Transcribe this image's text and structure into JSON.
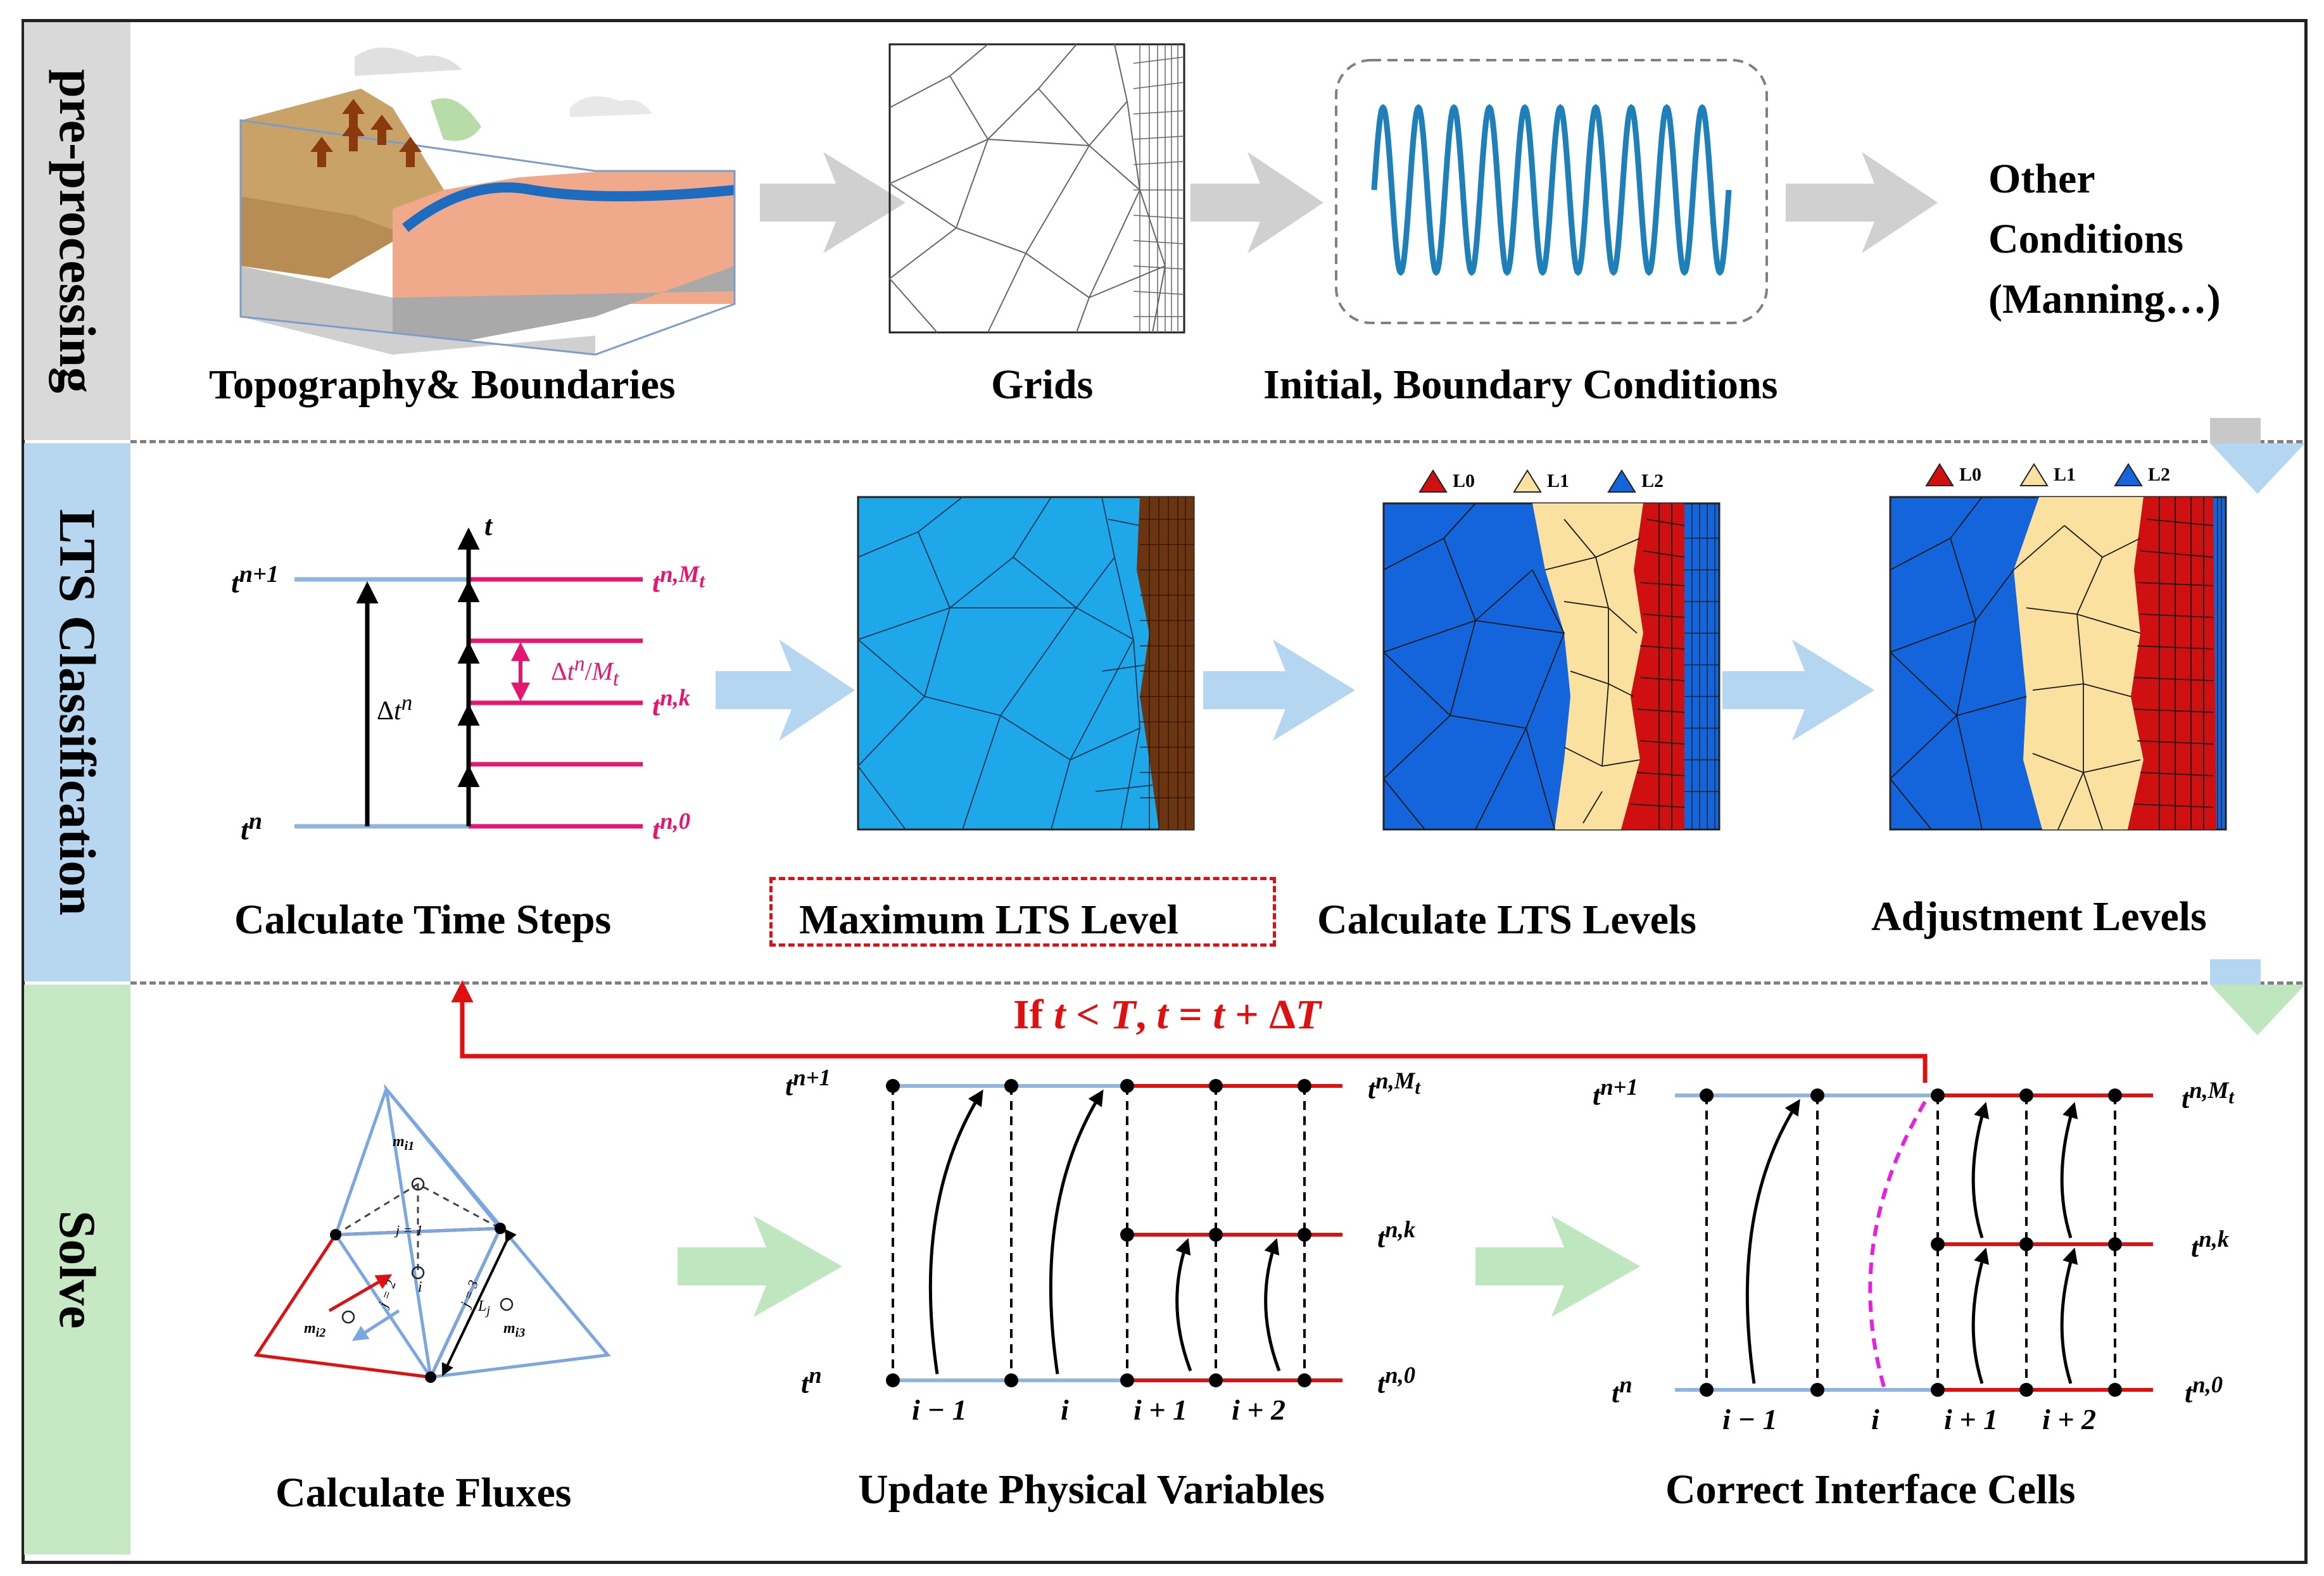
{
  "sections": {
    "preprocessing": "pre-processing",
    "lts": "LTS Classification",
    "solve": "Solve"
  },
  "preprocessing": {
    "topography": "Topography& Boundaries",
    "grids": "Grids",
    "initial": "Initial, Boundary Conditions",
    "other": [
      "Other",
      "Conditions",
      "(Manning…)"
    ]
  },
  "lts": {
    "time_steps": "Calculate Time Steps",
    "max_level": "Maximum LTS Level",
    "calc_levels": "Calculate LTS Levels",
    "adjust_levels": "Adjustment Levels",
    "legend": [
      "L0",
      "L1",
      "L2"
    ],
    "timeline": {
      "t_np1": "t^{n+1}",
      "t_n": "t^n",
      "t": "t",
      "dt": "Δt^n",
      "t_nM": "t^{n,M_t}",
      "t_nk": "t^{n,k}",
      "t_n0": "t^{n,0}",
      "sub_dt": "Δt^n/M_t"
    }
  },
  "solve": {
    "loop": "If t < T, t = t + ΔT",
    "fluxes": "Calculate Fluxes",
    "update": "Update Physical Variables",
    "correct": "Correct Interface Cells",
    "indices": [
      "i − 1",
      "i",
      "i + 1",
      "i + 2"
    ],
    "tri_labels": [
      "m_{i1}",
      "m_{i2}",
      "m_{i3}",
      "j = 1",
      "j = 2",
      "j = 3",
      "i",
      "L_j"
    ]
  },
  "colors": {
    "level0": "#d01010",
    "level1": "#fae1a0",
    "level2": "#1464dc",
    "max_level_fill": "#1ea8ea",
    "max_level_fine": "#6b3512",
    "section1": "#d9d9d9",
    "section2": "#b7d7f0",
    "section3": "#c6e8c2",
    "accent_red": "#e01010",
    "accent_pink": "#e6156f",
    "arrow_gray": "#d0d0d0",
    "arrow_blue": "#b5d6f0",
    "arrow_green": "#bfe7bf"
  }
}
